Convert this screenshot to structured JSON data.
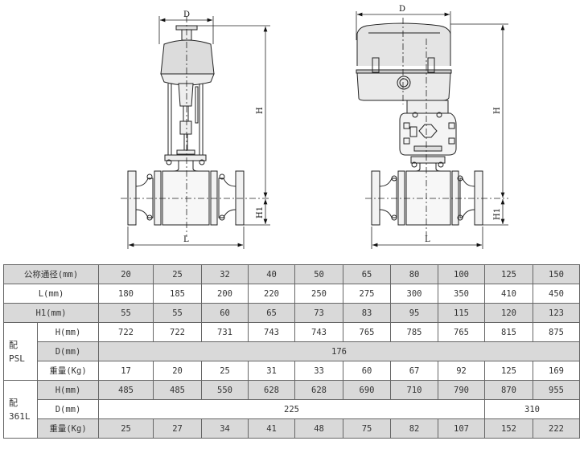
{
  "drawings": {
    "psl": {
      "dim_d": "D",
      "dim_h": "H",
      "dim_h1": "H1",
      "dim_l": "L"
    },
    "l361": {
      "dim_d": "D",
      "dim_h": "H",
      "dim_h1": "H1",
      "dim_l": "L"
    }
  },
  "table": {
    "rows": [
      {
        "label": "公称通径(mm)",
        "values": [
          "20",
          "25",
          "32",
          "40",
          "50",
          "65",
          "80",
          "100",
          "125",
          "150"
        ]
      },
      {
        "label": "L(mm)",
        "values": [
          "180",
          "185",
          "200",
          "220",
          "250",
          "275",
          "300",
          "350",
          "410",
          "450"
        ]
      },
      {
        "label": "H1(mm)",
        "values": [
          "55",
          "55",
          "60",
          "65",
          "73",
          "83",
          "95",
          "115",
          "120",
          "123"
        ]
      }
    ],
    "groups": [
      {
        "label_line1": "配",
        "label_line2": "PSL",
        "h_label": "H(mm)",
        "h_values": [
          "722",
          "722",
          "731",
          "743",
          "743",
          "765",
          "785",
          "765",
          "815",
          "875"
        ],
        "d_label": "D(mm)",
        "d_values": [
          "176"
        ],
        "w_label": "重量(Kg)",
        "w_values": [
          "17",
          "20",
          "25",
          "31",
          "33",
          "60",
          "67",
          "92",
          "125",
          "169"
        ]
      },
      {
        "label_line1": "配",
        "label_line2": "361L",
        "h_label": "H(mm)",
        "h_values": [
          "485",
          "485",
          "550",
          "628",
          "628",
          "690",
          "710",
          "790",
          "870",
          "955"
        ],
        "d_label": "D(mm)",
        "d_values": [
          "225",
          "310"
        ],
        "w_label": "重量(Kg)",
        "w_values": [
          "25",
          "27",
          "34",
          "41",
          "48",
          "75",
          "82",
          "107",
          "152",
          "222"
        ]
      }
    ]
  }
}
